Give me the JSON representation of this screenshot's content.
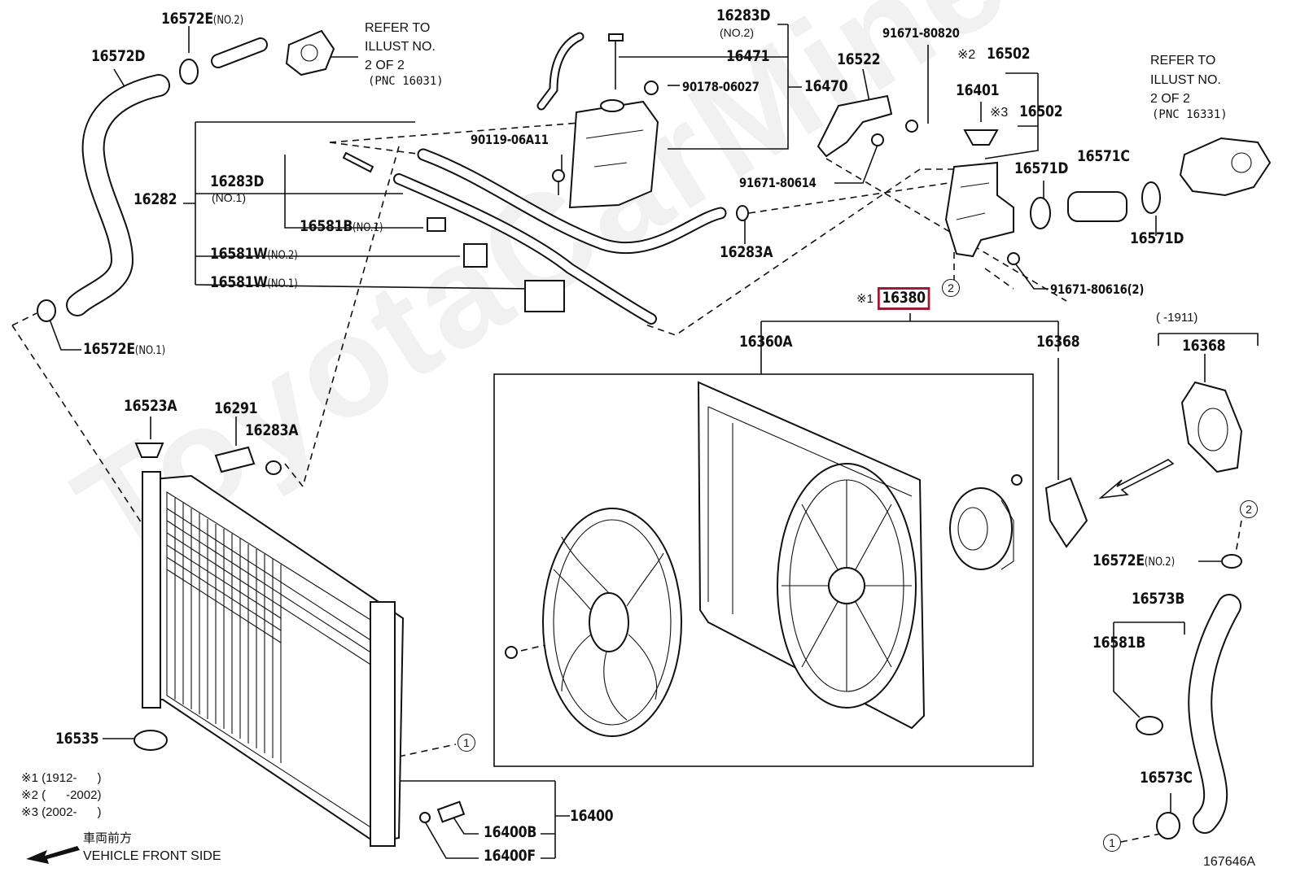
{
  "diagram_code": "167646A",
  "watermark": "ToyotaCarMine.ru",
  "highlight_color": "#9b1b30",
  "refer_top": {
    "l1": "REFER TO",
    "l2": "ILLUST NO.",
    "l3": "2 OF 2",
    "l4": "(PNC 16031)"
  },
  "refer_right": {
    "l1": "REFER TO",
    "l2": "ILLUST NO.",
    "l3": "2 OF 2",
    "l4": "(PNC 16331)"
  },
  "labels": {
    "p16572D": "16572D",
    "p16572E_no2_top": "16572E",
    "no2": "(NO.2)",
    "p16283D_no2": "16283D",
    "p16471": "16471",
    "p90178": "90178-06027",
    "p16470": "16470",
    "p16282": "16282",
    "p16283D_no1": "16283D",
    "no1": "(NO.1)",
    "p90119": "90119-06A11",
    "p16581B_no1": "16581B",
    "p16581W_no2": "16581W",
    "p16581W_no1": "16581W",
    "p16572E_no1": "16572E",
    "p16522": "16522",
    "p91671_80820": "91671-80820",
    "p16502_a": "16502",
    "p16401": "16401",
    "p16502_b": "16502",
    "p16571D_a": "16571D",
    "p16571C": "16571C",
    "p16571D_b": "16571D",
    "p91671_80614": "91671-80614",
    "p16283A_top": "16283A",
    "p91671_80616": "91671-80616(2)",
    "p16380": "16380",
    "p16360A": "16360A",
    "p16368_a": "16368",
    "range_1911": "(      -1911)",
    "p16368_b": "16368",
    "p16523A": "16523A",
    "p16291": "16291",
    "p16283A_mid": "16283A",
    "p16572E_no2_right": "16572E",
    "p16573B": "16573B",
    "p16581B": "16581B",
    "p16573C": "16573C",
    "p16535": "16535",
    "p16400": "16400",
    "p16400B": "16400B",
    "p16400F": "16400F"
  },
  "marks": {
    "m1": "※1",
    "m2": "※2",
    "m3": "※3"
  },
  "circles": {
    "c1": "1",
    "c2": "2"
  },
  "notes": {
    "n1": "※1 (1912-      )",
    "n2": "※2 (      -2002)",
    "n3": "※3 (2002-      )"
  },
  "vehicle_front": {
    "jp": "車両前方",
    "en": "VEHICLE FRONT SIDE"
  }
}
